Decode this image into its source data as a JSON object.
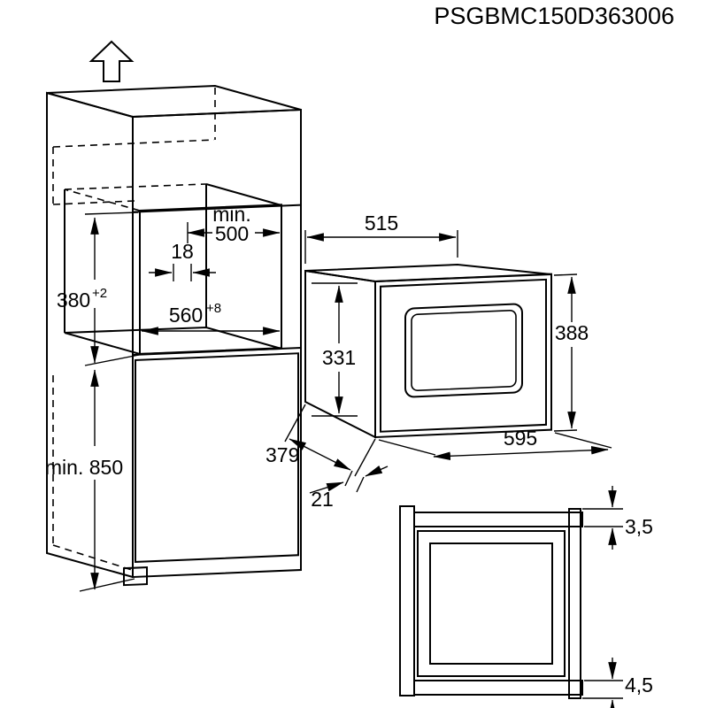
{
  "header": {
    "part_number": "PSGBMC150D363006"
  },
  "cabinet": {
    "niche_depth_prefix": "min.",
    "niche_depth": "500",
    "wall_offset": "18",
    "niche_height": "380",
    "niche_height_tolerance": "+2",
    "niche_width": "560",
    "niche_width_tolerance": "+8",
    "floor_clearance": "min. 850"
  },
  "appliance": {
    "body_width": "515",
    "front_height": "388",
    "body_height": "331",
    "body_depth": "379",
    "door_protrusion": "21",
    "front_width": "595"
  },
  "section_detail": {
    "top_overlap": "3,5",
    "bottom_overlap": "4,5"
  }
}
